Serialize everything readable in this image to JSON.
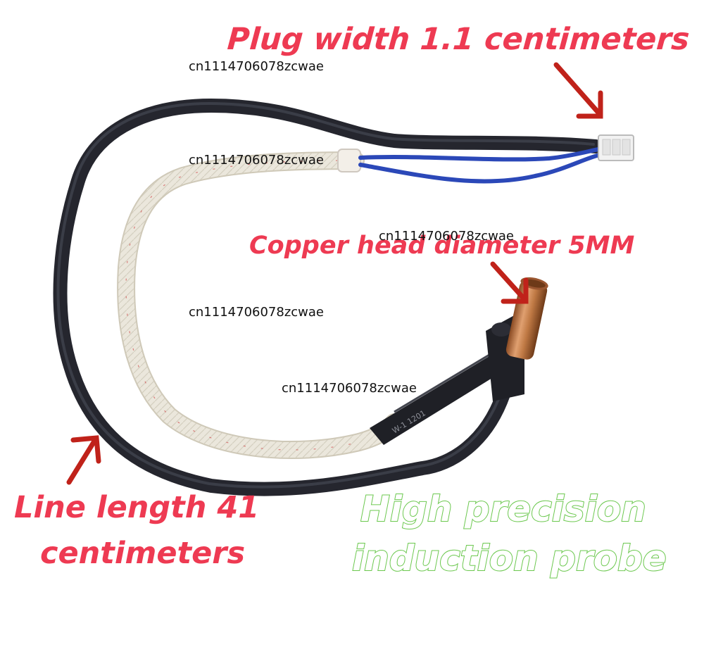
{
  "callouts": {
    "plug_width": "Plug width 1.1 centimeters",
    "copper_head": "Copper head diameter 5MM",
    "line_length_line1": "Line length 41",
    "line_length_line2": "centimeters",
    "probe_line1": "High precision",
    "probe_line2": "induction probe"
  },
  "watermark": "cn1114706078zcwae",
  "sleeve_print": "W-1 1201",
  "colors": {
    "callout_red": "#ee3a52",
    "callout_green": "#6cc84f",
    "arrow_red": "#c0221a",
    "black_cable": "#25262e",
    "braided_cable": "#e8e4d8",
    "blue_wire": "#2b48b8",
    "copper": "#c07a45",
    "plug": "#f2f2f2"
  }
}
